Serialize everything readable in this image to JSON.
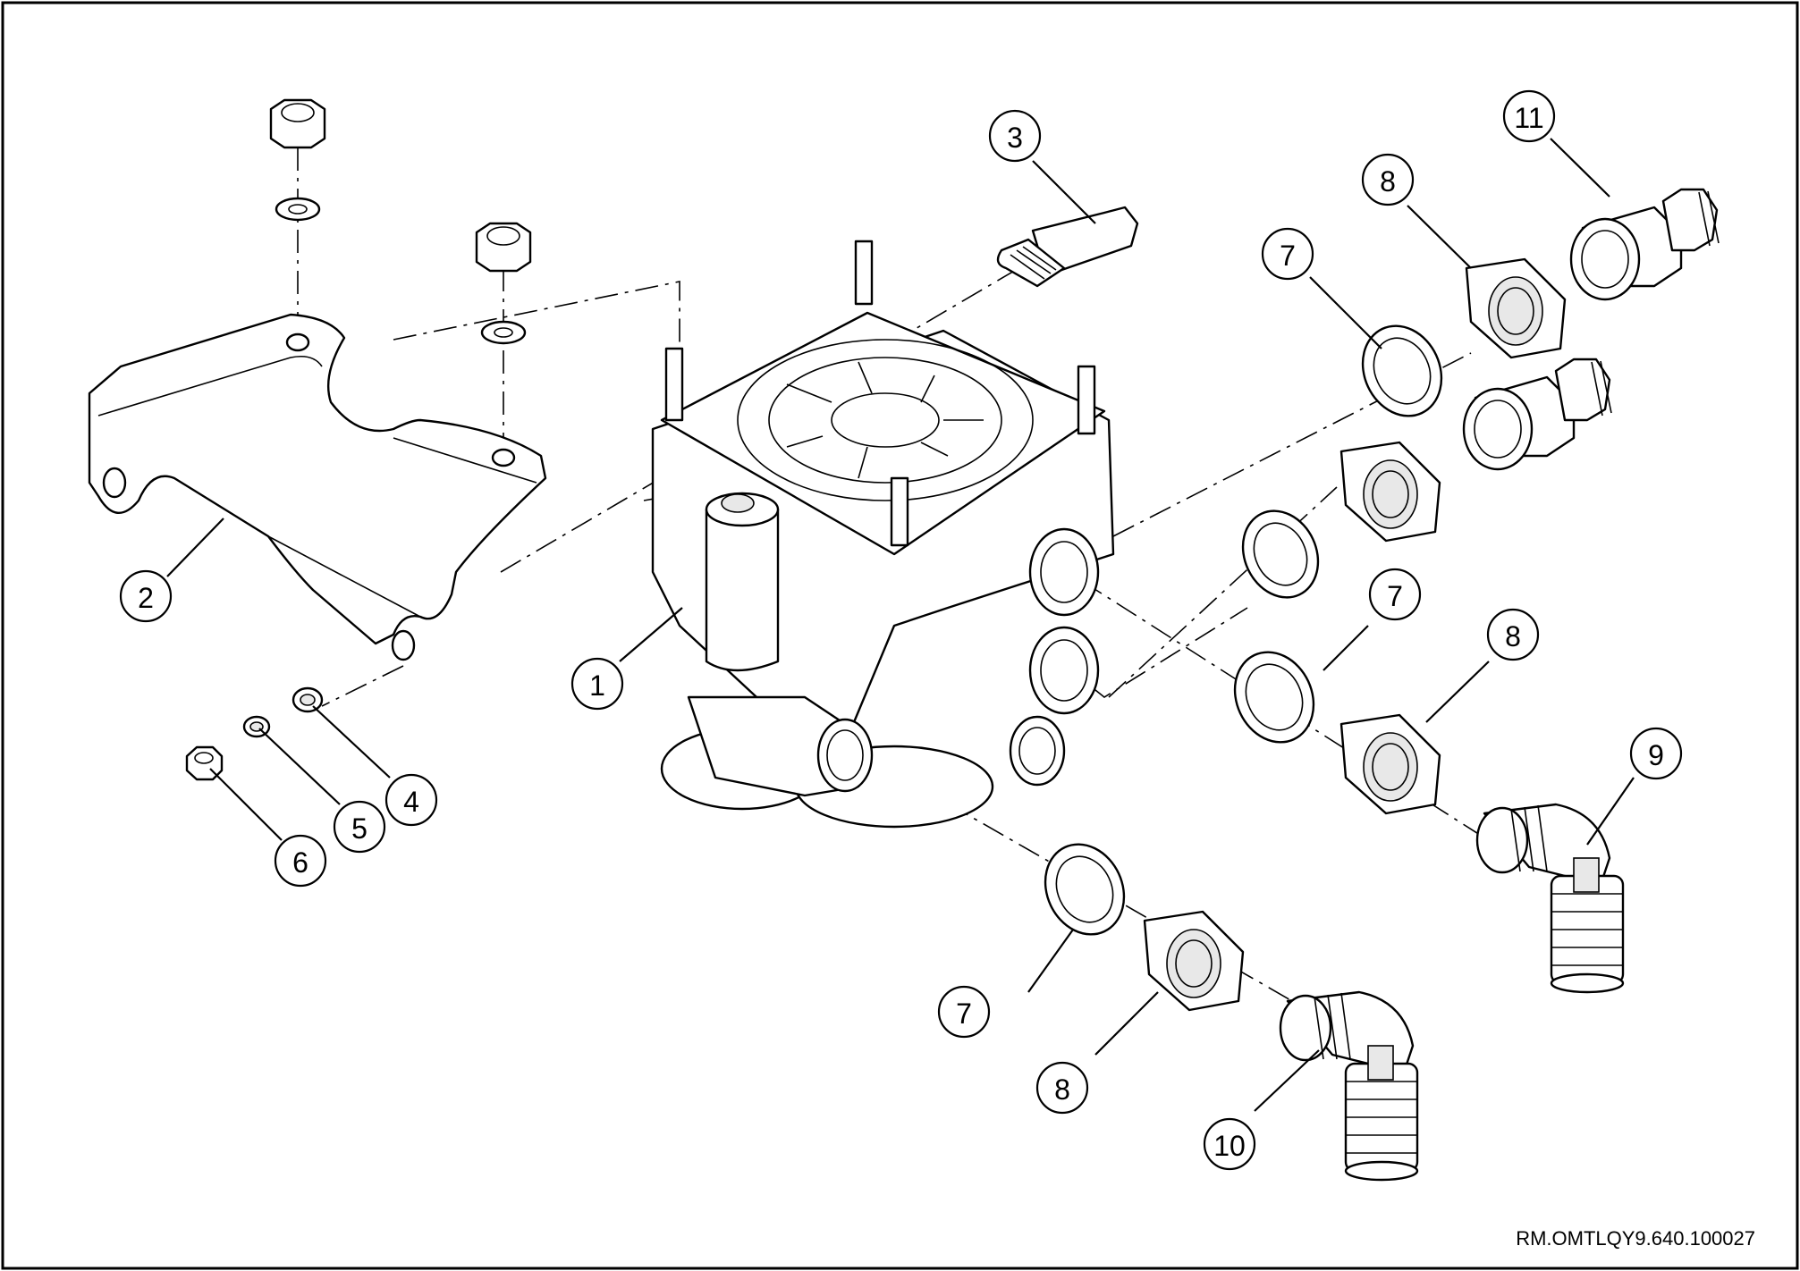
{
  "document_id": "RM.OMTLQY9.640.100027",
  "callouts": [
    {
      "id": "c1",
      "label": "1"
    },
    {
      "id": "c2",
      "label": "2"
    },
    {
      "id": "c3",
      "label": "3"
    },
    {
      "id": "c4",
      "label": "4"
    },
    {
      "id": "c5",
      "label": "5"
    },
    {
      "id": "c6",
      "label": "6"
    },
    {
      "id": "c7a",
      "label": "7"
    },
    {
      "id": "c7b",
      "label": "7"
    },
    {
      "id": "c7c",
      "label": "7"
    },
    {
      "id": "c8a",
      "label": "8"
    },
    {
      "id": "c8b",
      "label": "8"
    },
    {
      "id": "c8c",
      "label": "8"
    },
    {
      "id": "c9",
      "label": "9"
    },
    {
      "id": "c10",
      "label": "10"
    },
    {
      "id": "c11",
      "label": "11"
    }
  ]
}
